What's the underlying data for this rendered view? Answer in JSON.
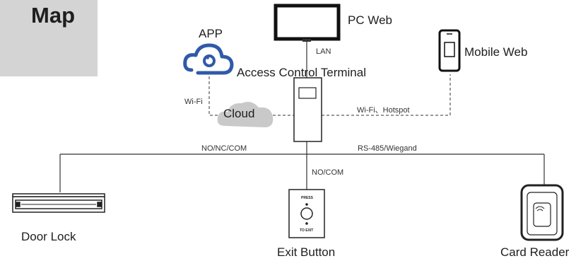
{
  "title": "Map",
  "nodes": {
    "app": {
      "label": "APP",
      "icon": "app-cloud-icon"
    },
    "pc_web": {
      "label": "PC Web",
      "icon": "monitor-icon"
    },
    "mobile_web": {
      "label": "Mobile Web",
      "icon": "smartphone-icon"
    },
    "terminal": {
      "label": "Access Control Terminal",
      "icon": "terminal-icon"
    },
    "cloud": {
      "label": "Cloud",
      "icon": "cloud-icon"
    },
    "door_lock": {
      "label": "Door Lock",
      "icon": "door-lock-icon"
    },
    "exit_button": {
      "label": "Exit Button",
      "icon": "exit-button-icon"
    },
    "card_reader": {
      "label": "Card Reader",
      "icon": "card-reader-icon"
    }
  },
  "links": {
    "lan": "LAN",
    "wifi": "Wi-Fi",
    "wifi_hotspot": "Wi-Fi、Hotspot",
    "no_nc_com": "NO/NC/COM",
    "rs485_wiegand": "RS-485/Wiegand",
    "no_com": "NO/COM"
  },
  "exit_button_text": {
    "top": "PRESS",
    "bottom": "TO EXIT"
  },
  "colors": {
    "line": "#333333",
    "cloud": "#c9c9c9",
    "accent": "#2f5aa8",
    "title_bg": "#d4d4d4"
  }
}
